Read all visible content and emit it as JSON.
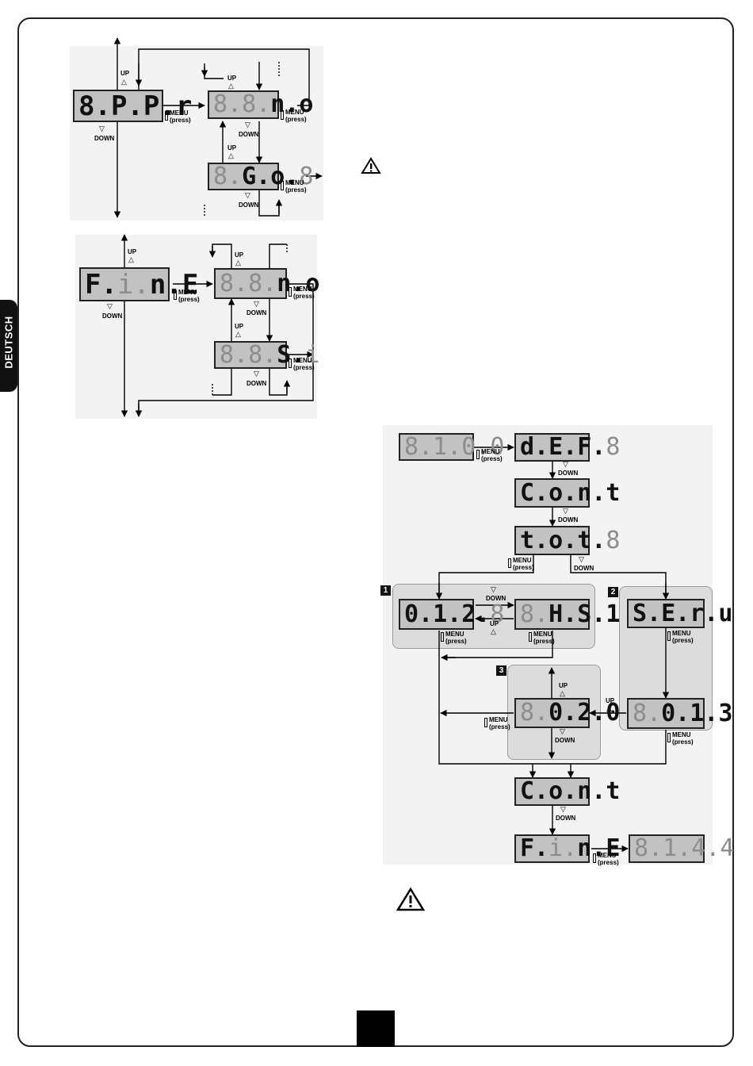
{
  "side_tab": {
    "label": "DEUTSCH"
  },
  "labels": {
    "up": "UP",
    "down": "DOWN",
    "menu": "MENU",
    "press": "(press)"
  },
  "fig1": {
    "display_main": [
      "8.",
      "P.",
      "P.",
      "r"
    ],
    "display_top": [
      "8.",
      "8.",
      "n.",
      "o"
    ],
    "display_bottom": [
      "8.",
      "G.",
      "o.",
      "8"
    ]
  },
  "fig2": {
    "display_main": [
      "F.",
      "i.",
      "n.",
      "E"
    ],
    "display_top": [
      "8.",
      "8.",
      "n.",
      "o"
    ],
    "display_bottom": [
      "8.",
      "8.",
      "S.",
      "i"
    ]
  },
  "fig3": {
    "d_start": [
      "8.",
      "1.",
      "0.",
      "0"
    ],
    "d_def": [
      "d.",
      "E.",
      "F.",
      "8"
    ],
    "d_cont": [
      "C.",
      "o.",
      "n.",
      "t"
    ],
    "d_tot": [
      "t.",
      "o.",
      "t.",
      "8"
    ],
    "d_count": [
      "0.",
      "1.",
      "2.",
      "8"
    ],
    "d_service_hours": [
      "8.",
      "H.",
      "S.",
      "1"
    ],
    "d_serv": [
      "S.",
      "E.",
      "r.",
      "u"
    ],
    "d_hours": [
      "8.",
      "0.",
      "1.",
      "3"
    ],
    "d_set": [
      "8.",
      "0.",
      "2.",
      "0"
    ],
    "d_cont2": [
      "C.",
      "o.",
      "n.",
      "t"
    ],
    "d_fine": [
      "F.",
      "i.",
      "n.",
      "E"
    ],
    "d_end": [
      "8.",
      "1.",
      "4.",
      "4"
    ],
    "panel_numbers": [
      "1",
      "2",
      "3"
    ]
  }
}
